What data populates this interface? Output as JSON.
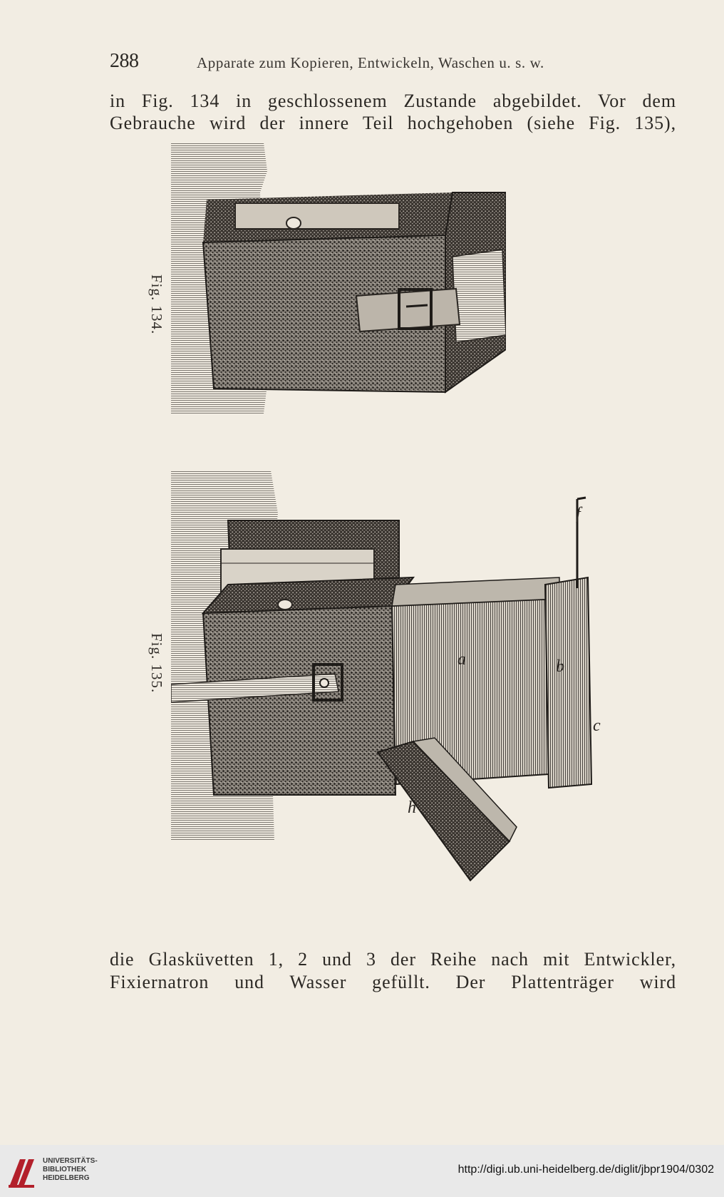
{
  "header": {
    "page_number": "288",
    "running_title": "Apparate zum Kopieren, Entwickeln, Waschen u. s. w."
  },
  "text": {
    "line1": "in Fig. 134 in geschlossenem Zustande abgebildet. Vor dem",
    "line2": "Gebrauche wird der innere Teil hochgehoben (siehe Fig. 135),",
    "line3": "die Glasküvetten 1, 2 und 3 der Reihe nach mit Entwickler,",
    "line4": "Fixiernatron und Wasser gefüllt. Der Plattenträger wird"
  },
  "figures": {
    "fig134_caption": "Fig. 134.",
    "fig135_caption": "Fig. 135.",
    "labels": {
      "f": "f",
      "a": "a",
      "b": "b",
      "c": "c",
      "h": "h"
    }
  },
  "footer": {
    "logo_lines": [
      "UNIVERSITÄTS-",
      "BIBLIOTHEK",
      "HEIDELBERG"
    ],
    "url": "http://digi.ub.uni-heidelberg.de/diglit/jbpr1904/0302"
  }
}
